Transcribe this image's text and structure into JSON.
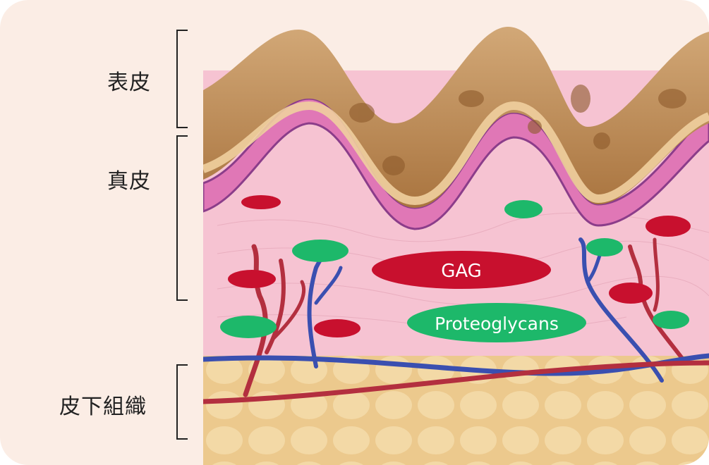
{
  "layers": {
    "epidermis": "表皮",
    "dermis": "真皮",
    "subcutaneous": "皮下組織"
  },
  "markers": {
    "gag": "GAG",
    "proteoglycans": "Proteoglycans"
  },
  "colors": {
    "background": "#fbede5",
    "gag_red": "#c8102e",
    "proteoglycan_green": "#1db86a",
    "dermis_pink": "#f6c3d2",
    "epidermis_brown": "#c39058",
    "fat_yellow": "#ecc98d"
  }
}
